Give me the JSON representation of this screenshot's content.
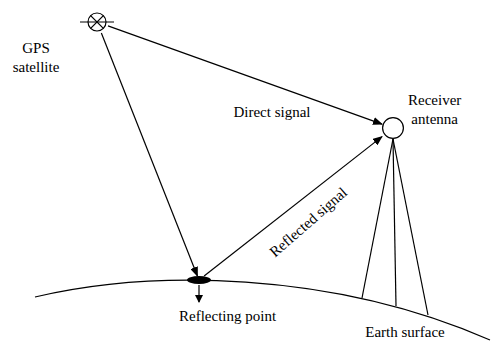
{
  "diagram": {
    "nodes": [
      {
        "text": [
          "GPS satellite"
        ]
      },
      {
        "text": [
          "Reflecting point"
        ]
      },
      {
        "text": [
          "Receiver antenna"
        ]
      }
    ],
    "edges": [
      {
        "from": 0,
        "to": 2,
        "label": "Direct signal",
        "arrow": "to"
      },
      {
        "from": 0,
        "to": 1,
        "arrow": "to"
      },
      {
        "from": 1,
        "to": 2,
        "label": "Reflected signal",
        "arrow": "to"
      }
    ],
    "labels": [
      "Earth surface"
    ]
  }
}
